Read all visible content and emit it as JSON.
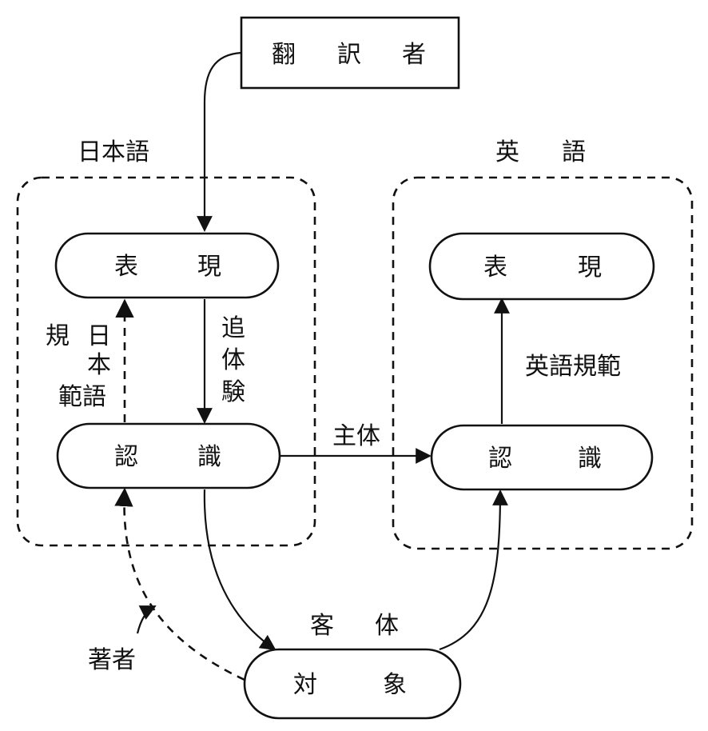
{
  "translator": [
    "翻",
    "訳",
    "者"
  ],
  "groups": {
    "japanese": "日本語",
    "english": [
      "英",
      "語"
    ]
  },
  "nodes": {
    "ja_expression": [
      "表",
      "現"
    ],
    "ja_cognition": [
      "認",
      "識"
    ],
    "en_expression": [
      "表",
      "現"
    ],
    "en_cognition": [
      "認",
      "識"
    ],
    "object": [
      "対",
      "象"
    ]
  },
  "edge_labels": {
    "japanese_norm_col1": "規",
    "japanese_norm_col2": [
      "日",
      "本",
      "範語"
    ],
    "relive": [
      "追",
      "体",
      "験"
    ],
    "subject": "主体",
    "english_norm": "英語規範",
    "object_label": [
      "客",
      "体"
    ],
    "author": "著者"
  }
}
